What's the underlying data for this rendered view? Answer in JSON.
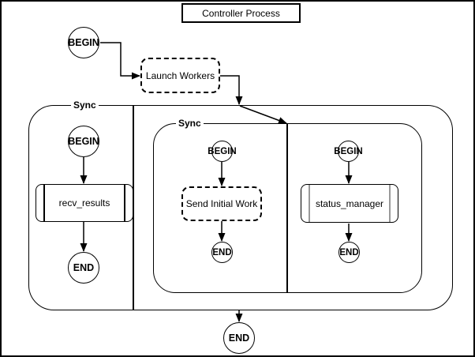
{
  "diagram": {
    "title": "Controller Process",
    "outer_container": {
      "label": "Sync"
    },
    "inner_container": {
      "label": "Sync"
    },
    "nodes": {
      "begin_top": {
        "label": "BEGIN",
        "shape": "circle"
      },
      "launch_workers": {
        "label": "Launch Workers",
        "shape": "dashed-rounded-rect"
      },
      "left_begin": {
        "label": "BEGIN",
        "shape": "circle"
      },
      "recv_results": {
        "label": "recv_results",
        "shape": "process-rect"
      },
      "left_end": {
        "label": "END",
        "shape": "circle"
      },
      "mid_begin": {
        "label": "BEGIN",
        "shape": "circle"
      },
      "send_initial_work": {
        "label": "Send Initial Work",
        "shape": "dashed-rounded-rect"
      },
      "mid_end": {
        "label": "END",
        "shape": "circle"
      },
      "right_begin": {
        "label": "BEGIN",
        "shape": "circle"
      },
      "status_manager": {
        "label": "status_manager",
        "shape": "process-rect"
      },
      "right_end": {
        "label": "END",
        "shape": "circle"
      },
      "bottom_end": {
        "label": "END",
        "shape": "circle"
      }
    },
    "colors": {
      "stroke": "#000000",
      "fill": "#ffffff",
      "recv_results_bar": "#000000",
      "status_manager_bar": "#999999"
    }
  }
}
